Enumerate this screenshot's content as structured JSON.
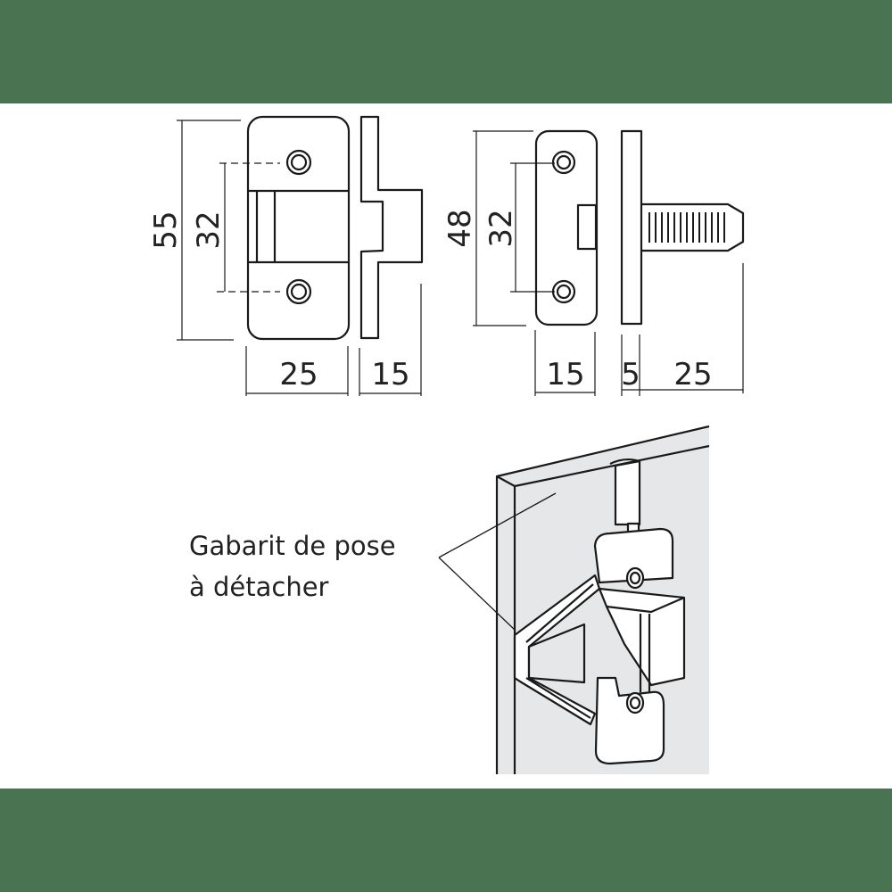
{
  "colors": {
    "band": "#4a7451",
    "stroke": "#1a1a1a",
    "panel": "#e6e7e8",
    "background": "#ffffff"
  },
  "views": {
    "left_part": {
      "height_overall": "55",
      "hole_spacing": "32",
      "width": "25",
      "depth": "15"
    },
    "right_part": {
      "height_overall": "48",
      "hole_spacing": "32",
      "width": "15",
      "plate_thickness": "5",
      "pin_length": "25"
    }
  },
  "callout": {
    "line1": "Gabarit de pose",
    "line2": "à détacher"
  }
}
